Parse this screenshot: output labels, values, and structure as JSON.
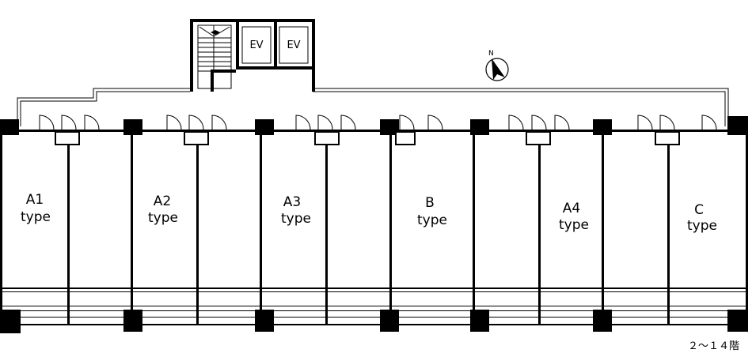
{
  "units": [
    {
      "name": "A1",
      "type": "type"
    },
    {
      "name": "A2",
      "type": "type"
    },
    {
      "name": "A3",
      "type": "type"
    },
    {
      "name": "B",
      "type": "type"
    },
    {
      "name": "A4",
      "type": "type"
    },
    {
      "name": "C",
      "type": "type"
    }
  ],
  "core": {
    "elevator_1": "EV",
    "elevator_2": "EV",
    "compass_letter": "N"
  },
  "floor_label": "２～１４階"
}
